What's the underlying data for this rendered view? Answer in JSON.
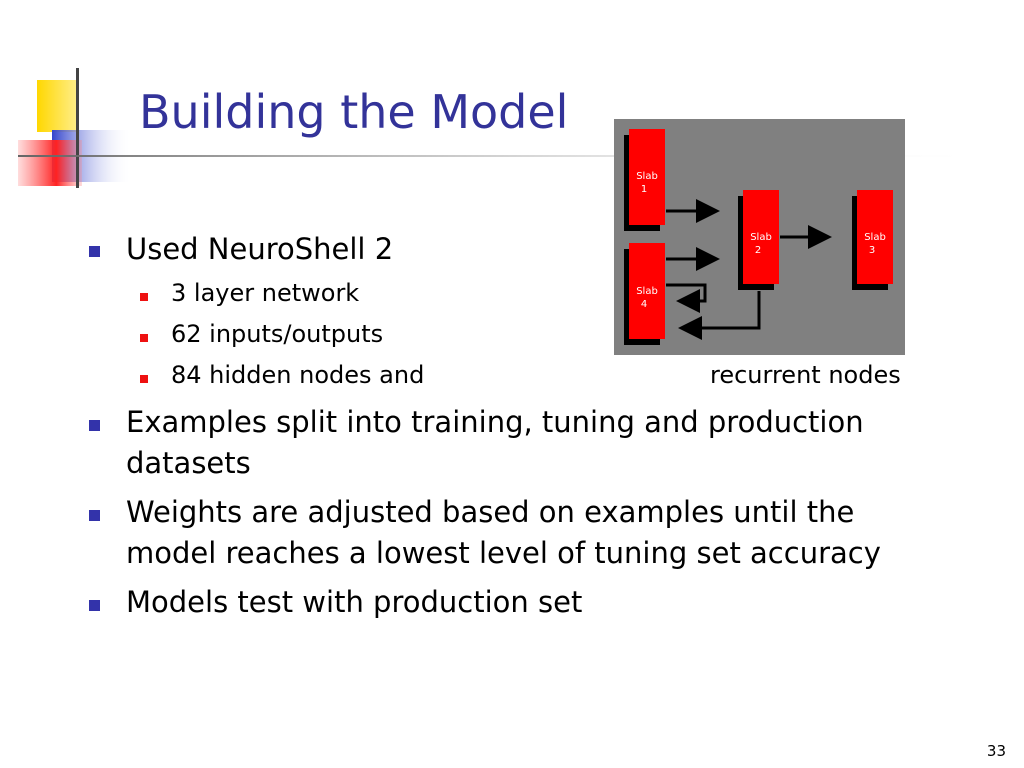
{
  "slide": {
    "title": "Building the Model",
    "page_number": "33",
    "bullets": [
      {
        "text": "Used NeuroShell 2",
        "sub": [
          "3 layer network",
          "62 inputs/outputs",
          "84 hidden nodes and"
        ],
        "sub_tail": "recurrent nodes"
      },
      {
        "text_lines": [
          "Examples split into training, tuning and production",
          "datasets"
        ]
      },
      {
        "text_lines": [
          "Weights are adjusted based on examples until the",
          "model reaches a lowest level of tuning set accuracy"
        ]
      },
      {
        "text": "Models test with production set"
      }
    ]
  },
  "diagram": {
    "background": "#808080",
    "slab_color": "#ff0000",
    "slabs": [
      {
        "line1": "Slab",
        "line2": "1"
      },
      {
        "line1": "Slab",
        "line2": "2"
      },
      {
        "line1": "Slab",
        "line2": "3"
      },
      {
        "line1": "Slab",
        "line2": "4"
      }
    ]
  },
  "colors": {
    "title": "#333399",
    "bullet_primary": "#3333aa",
    "bullet_secondary": "#ee1111"
  }
}
